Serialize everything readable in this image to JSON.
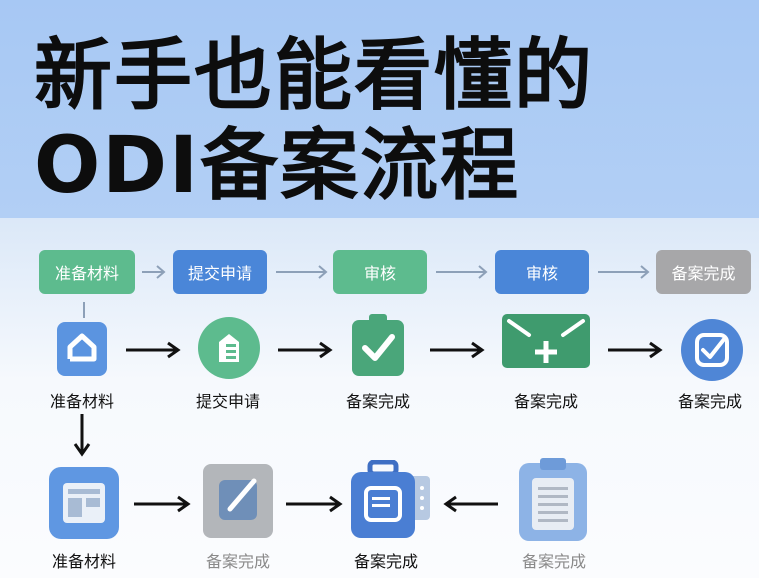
{
  "title": {
    "line1": "新手也能看懂的",
    "line2": "ODI备案流程"
  },
  "steps_row1": [
    {
      "label": "准备材料",
      "color": "#5dbb8e"
    },
    {
      "label": "提交申请",
      "color": "#4a86d8"
    },
    {
      "label": "审核",
      "color": "#5dbb8e"
    },
    {
      "label": "审核",
      "color": "#4a86d8"
    },
    {
      "label": "备案完成",
      "color": "#a7a7a9"
    }
  ],
  "icons_row2": [
    {
      "label": "准备材料",
      "icon": "home-icon"
    },
    {
      "label": "提交申请",
      "icon": "document-icon"
    },
    {
      "label": "备案完成",
      "icon": "clipboard-check-icon"
    },
    {
      "label": "备案完成",
      "icon": "envelope-plus-icon"
    },
    {
      "label": "备案完成",
      "icon": "check-badge-icon"
    }
  ],
  "icons_row3": [
    {
      "label": "准备材料",
      "icon": "form-icon"
    },
    {
      "label": "备案完成",
      "icon": "edit-icon"
    },
    {
      "label": "备案完成",
      "icon": "briefcase-icon"
    },
    {
      "label": "备案完成",
      "icon": "clipboard-list-icon"
    }
  ],
  "colors": {
    "green": "#5dbb8e",
    "blue": "#4a86d8",
    "gray": "#a7a7a9",
    "title": "#0d0d0d",
    "hero_bg": "#a7c8f4"
  }
}
